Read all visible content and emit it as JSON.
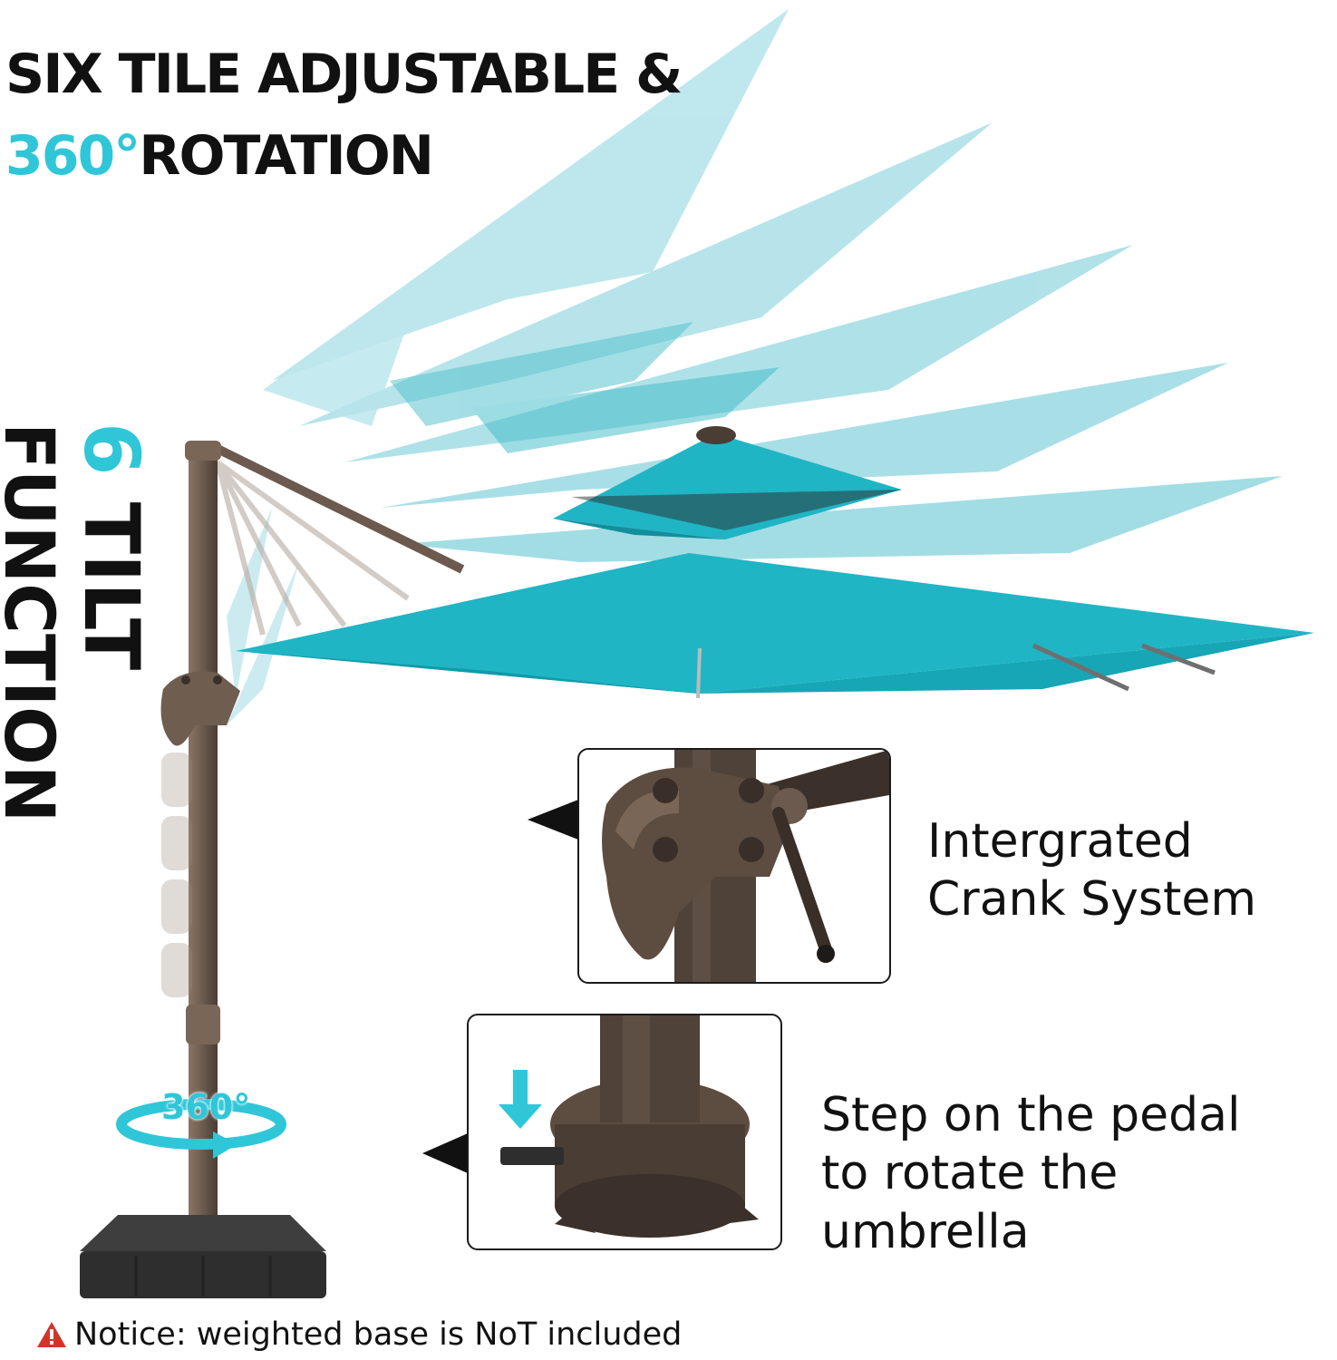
{
  "headline": {
    "line1": "SIX TILE ADJUSTABLE &",
    "line2_accent": "360°",
    "line2_rest": "ROTATION"
  },
  "side_title": {
    "number": "6",
    "tilt": "TILT",
    "function": "FUNCTION"
  },
  "rotation_badge": "360°",
  "features": {
    "crank": {
      "line1": "Intergrated",
      "line2": "Crank System"
    },
    "pedal": {
      "line1": "Step on the pedal",
      "line2": "to rotate the umbrella"
    }
  },
  "notice": "Notice: weighted base is NoT included",
  "colors": {
    "accent": "#2fc6d8",
    "canopy": "#1fb5c5",
    "pole": "#6b5a4d",
    "base": "#2e2e2e",
    "warning": "#d3342a"
  }
}
